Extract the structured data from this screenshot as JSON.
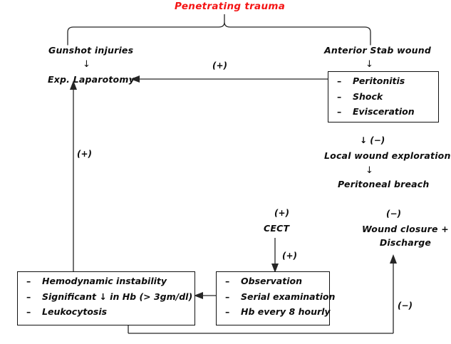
{
  "title": {
    "text": "Penetrating trauma",
    "color": "#f41414"
  },
  "branches": {
    "left": {
      "label": "Gunshot injuries",
      "arrow_glyph": "↓",
      "next": "Exp. Laparotomy"
    },
    "right": {
      "label": "Anterior Stab wound",
      "arrow_glyph": "↓"
    }
  },
  "boxes": {
    "stab_findings": {
      "bullet": "–",
      "items": [
        "Peritonitis",
        "Shock",
        "Evisceration"
      ]
    },
    "operative_criteria": {
      "bullet": "–",
      "items": [
        "Hemodynamic instability",
        "Significant ↓ in Hb (> 3gm/dl)",
        "Leukocytosis"
      ]
    },
    "observation_plan": {
      "bullet": "–",
      "items": [
        "Observation",
        "Serial examination",
        "Hb every 8 hourly"
      ]
    }
  },
  "steps": {
    "local_wound_exploration": "Local wound exploration",
    "peritoneal_breach": "Peritoneal breach",
    "cect": "CECT",
    "wound_closure_line1": "Wound closure +",
    "wound_closure_line2": "Discharge",
    "exp_laparotomy": "Exp. Laparotomy"
  },
  "signs": {
    "stab_to_laparotomy": "(+)",
    "criteria_to_laparotomy": "(+)",
    "findings_negative": "↓ (−)",
    "breach_arrow": "↓",
    "cect_positive_top": "(+)",
    "cect_positive_down": "(+)",
    "closure_negative": "(−)",
    "observation_negative": "(−)"
  },
  "colors": {
    "title_red": "#f41414",
    "text_black": "#0d0d0d",
    "line_gray": "#262626"
  }
}
